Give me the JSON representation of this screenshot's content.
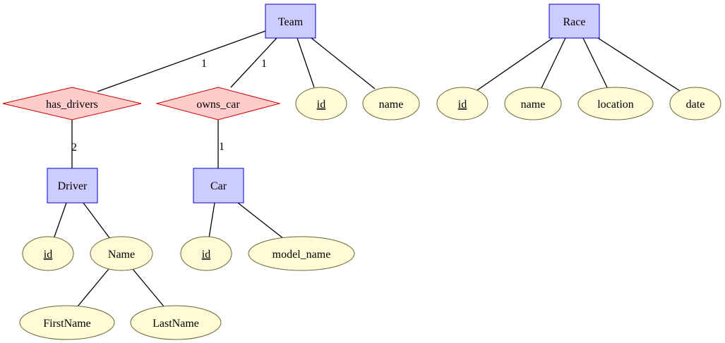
{
  "entities": {
    "team": "Team",
    "race": "Race",
    "driver": "Driver",
    "car": "Car"
  },
  "relationships": {
    "has_drivers": "has_drivers",
    "owns_car": "owns_car"
  },
  "attributes": {
    "team_id": "id",
    "team_name": "name",
    "race_id": "id",
    "race_name": "name",
    "race_location": "location",
    "race_date": "date",
    "driver_id": "id",
    "driver_name": "Name",
    "driver_firstname": "FirstName",
    "driver_lastname": "LastName",
    "car_id": "id",
    "car_model_name": "model_name"
  },
  "cardinalities": {
    "team_has_drivers": "1",
    "has_drivers_driver": "2",
    "team_owns_car": "1",
    "owns_car_car": "1"
  },
  "colors": {
    "entity_fill": "#ccccff",
    "entity_stroke": "#0000cc",
    "relationship_fill": "#ffcccc",
    "relationship_stroke": "#cc0000",
    "attribute_fill": "#fffbd6",
    "attribute_stroke": "#666633"
  }
}
